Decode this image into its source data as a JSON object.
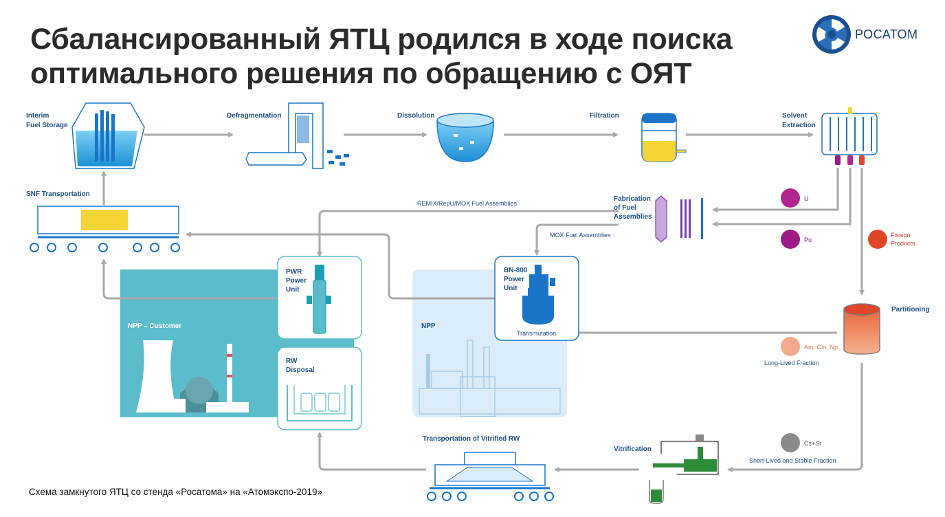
{
  "title": "Сбалансированный ЯТЦ родился в ходе поиска оптимального решения по обращению с ОЯТ",
  "logo": {
    "name": "РОСАТОМ",
    "bold_part": "РОС",
    "rest_part": "АТОМ"
  },
  "caption": "Схема замкнутого ЯТЦ со стенда «Росатома» на «Атомэкспо-2019»",
  "stages": {
    "interim_storage": [
      "Interim",
      "Fuel Storage"
    ],
    "defragmentation": "Defragmentation",
    "dissolution": "Dissolution",
    "filtration": "Filtration",
    "solvent_extraction": [
      "Solvent",
      "Extraction"
    ],
    "snf_transportation": "SNF Transportation",
    "fabrication": [
      "Fabrication",
      "of Fuel",
      "Assemblies"
    ],
    "partitioning": "Partitioning",
    "vitrification": "Vitrification",
    "transport_rw": "Transportation of Vitrified RW",
    "pwr": [
      "PWR",
      "Power",
      "Unit"
    ],
    "bn800": [
      "BN-800",
      "Power",
      "Unit"
    ],
    "transmutation": "Transmutation",
    "rw_disposal": [
      "RW",
      "Disposal"
    ],
    "npp_customer": "NPP – Customer",
    "npp": "NPP"
  },
  "flows": {
    "remix": "REMIX/RepU/MOX Fuel Assemblies",
    "mox": "MOX Fuel Assemblies",
    "long_lived": "Long-Lived Fraction",
    "short_lived": "Short-Lived and Stable Fraction"
  },
  "products": {
    "u": "U",
    "pu": "Pu",
    "fission": [
      "Fission",
      "Products"
    ],
    "am_cm_np": "Am, Cm, Np",
    "cs_sr": "Cs+Sr"
  },
  "colors": {
    "blue": "#1a75c9",
    "teal": "#5bbccb",
    "light_blue": "#d9ecf8",
    "u": "#b0268f",
    "pu": "#9c1c87",
    "fission": "#e0472a",
    "am": "#f3a98b",
    "cs": "#8a8a8a",
    "arrow": "#a9a9a9"
  }
}
